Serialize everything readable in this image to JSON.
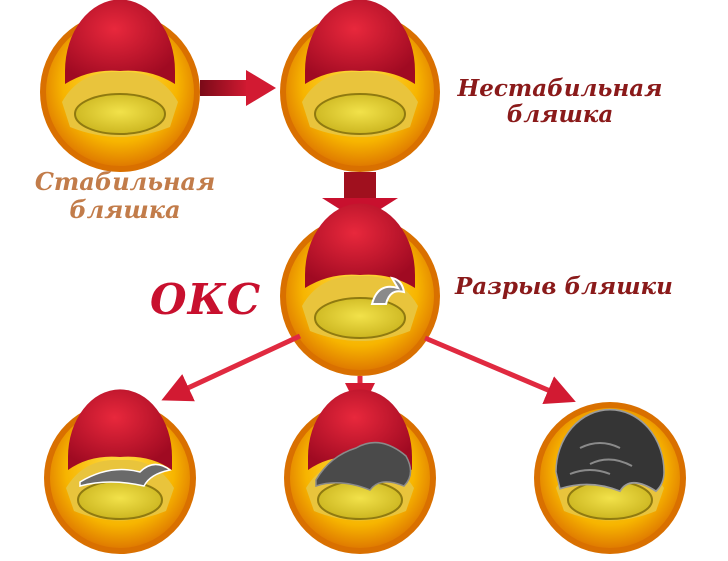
{
  "labels": {
    "stable_line1": "Стабильная",
    "stable_line2": "бляшка",
    "unstable_line1": "Нестабильная",
    "unstable_line2": "бляшка",
    "rupture": "Разрыв бляшки",
    "acs": "ОКС"
  },
  "colors": {
    "ring_outer": "#e07b00",
    "ring_fill": "#f7b500",
    "lumen_red": "#c8102e",
    "plaque_yellow": "#e5d33a",
    "thrombus_grey": "#4a4a4a",
    "arrow_red": "#c8102e",
    "label_stable": "#c27c4a",
    "label_dark": "#8a1a1a"
  }
}
